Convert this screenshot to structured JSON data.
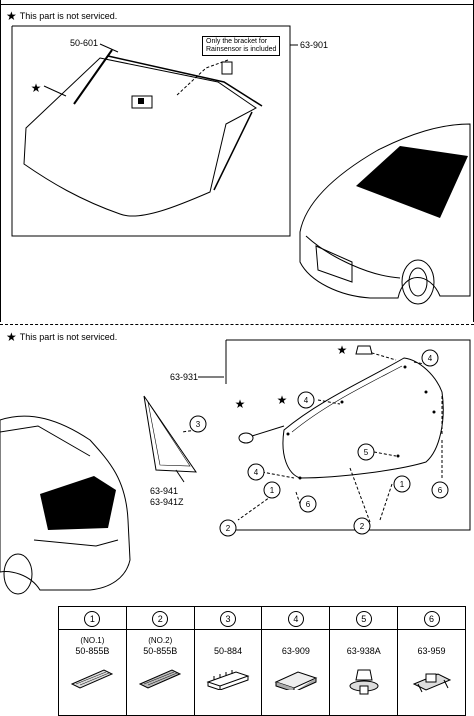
{
  "notes": {
    "top": "This part is not serviced.",
    "bottom": "This part is not serviced."
  },
  "top_section": {
    "labels": {
      "molding": "50-601",
      "windshield": "63-901"
    },
    "callout": {
      "line1": "Only the bracket for",
      "line2": "Rainsensor is included"
    }
  },
  "bottom_section": {
    "labels": {
      "rear_glass": "63-931",
      "quarter_glass_l": "63-941",
      "quarter_glass_r": "63-941Z"
    }
  },
  "legend": {
    "items": [
      {
        "num": "1",
        "sub": "(NO.1)",
        "code": "50-855B"
      },
      {
        "num": "2",
        "sub": "(NO.2)",
        "code": "50-855B"
      },
      {
        "num": "3",
        "sub": "",
        "code": "50-884"
      },
      {
        "num": "4",
        "sub": "",
        "code": "63-909"
      },
      {
        "num": "5",
        "sub": "",
        "code": "63-938A"
      },
      {
        "num": "6",
        "sub": "",
        "code": "63-959"
      }
    ]
  }
}
